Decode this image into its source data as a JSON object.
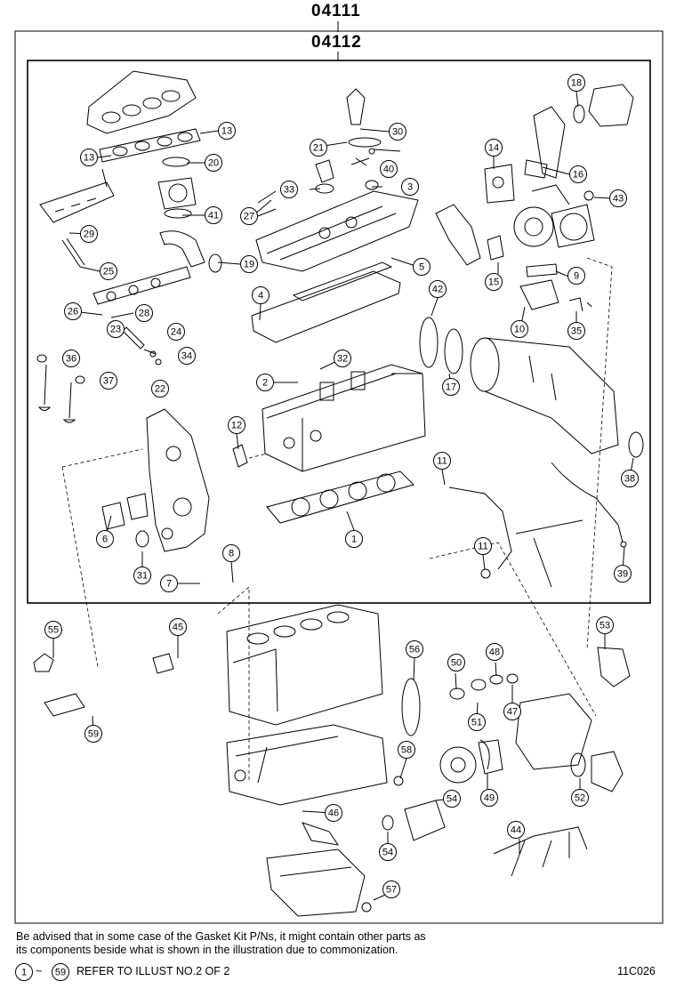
{
  "header": {
    "outer_code": "04111",
    "inner_code": "04112"
  },
  "callouts": [
    "1",
    "2",
    "3",
    "4",
    "5",
    "6",
    "7",
    "8",
    "9",
    "10",
    "11",
    "11",
    "12",
    "13",
    "13",
    "14",
    "15",
    "16",
    "17",
    "18",
    "19",
    "20",
    "21",
    "22",
    "23",
    "24",
    "25",
    "26",
    "27",
    "28",
    "29",
    "30",
    "31",
    "32",
    "33",
    "34",
    "35",
    "36",
    "37",
    "38",
    "39",
    "40",
    "41",
    "42",
    "43",
    "44",
    "45",
    "46",
    "47",
    "48",
    "49",
    "50",
    "51",
    "52",
    "53",
    "54",
    "54",
    "55",
    "56",
    "57",
    "58",
    "59"
  ],
  "note": {
    "line1": "Be advised that in some case of the Gasket Kit P/Ns,  it might contain other parts as",
    "line2": "its components beside what is shown in the illustration due to commonization."
  },
  "footer": {
    "range_start": "1",
    "range_sep": "~",
    "range_end": "59",
    "refer_text": "REFER TO ILLUST NO.2 OF 2",
    "diagram_id": "11C026"
  }
}
